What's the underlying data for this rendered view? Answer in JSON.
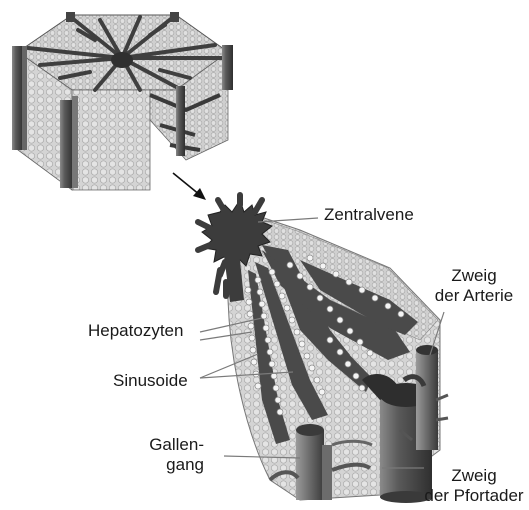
{
  "diagram": {
    "labels": {
      "central_vein": "Zentralvene",
      "artery_branch": [
        "Zweig",
        "der Arterie"
      ],
      "hepatocytes": "Hepatozyten",
      "sinusoids": "Sinusoide",
      "bile_duct": [
        "Gallen-",
        "gang"
      ],
      "portal_vein_branch": [
        "Zweig",
        "der Pfortader"
      ]
    },
    "colors": {
      "tissue_light": "#d2d2d2",
      "tissue_mid": "#bdbdbd",
      "vessel_dark": "#4d4d4d",
      "vessel_black": "#2a2a2a",
      "leader_line": "#7a7a7a"
    }
  }
}
